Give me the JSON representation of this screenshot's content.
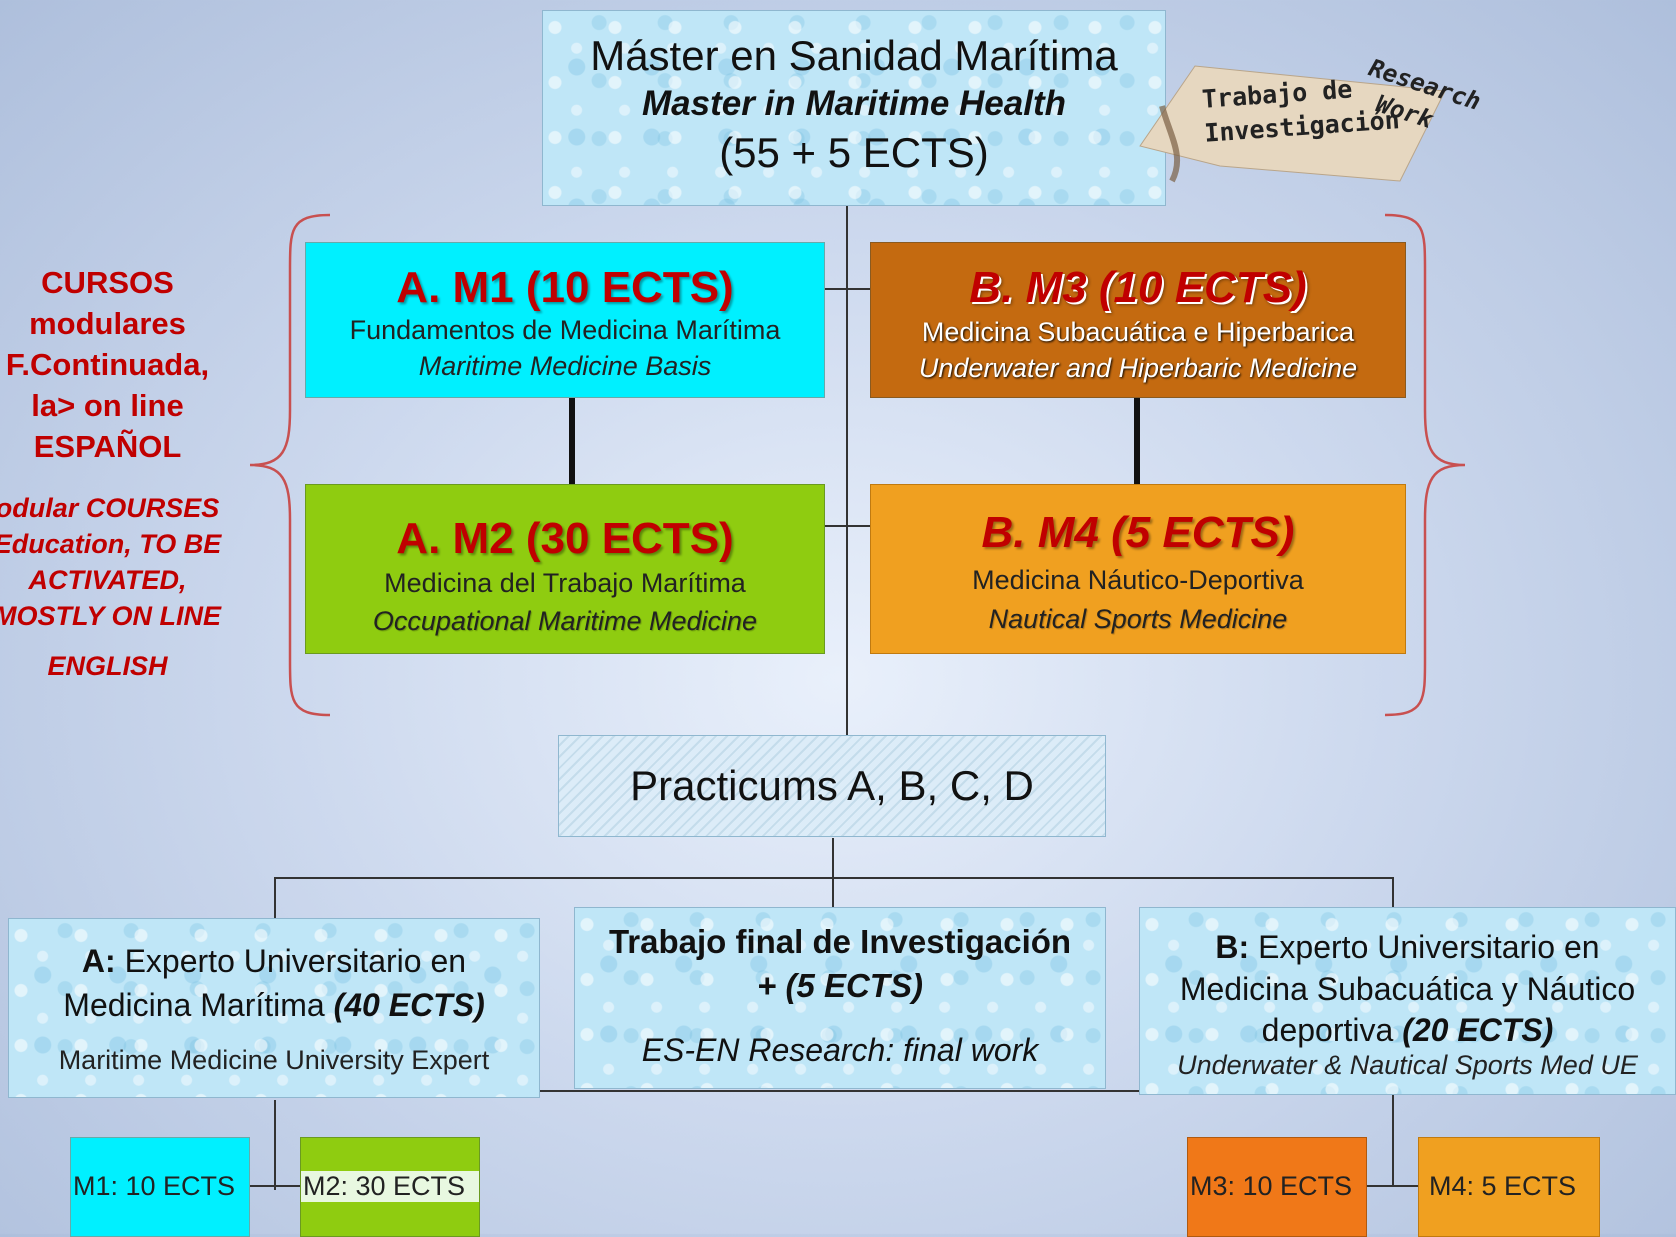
{
  "top_box": {
    "line1": "Máster en Sanidad Marítima",
    "line2": "Master in Maritime Health",
    "line3": "(55 + 5 ECTS)"
  },
  "research_tag": {
    "es_line1": "Trabajo de",
    "es_line2": "Investigación",
    "en_line1": "Research",
    "en_line2": "Work"
  },
  "left_note": {
    "es_lines": [
      "CURSOS",
      "modulares",
      "F.Continuada,",
      "la> on line",
      "ESPAÑOL"
    ],
    "en_lines": [
      "odular COURSES",
      "Education, TO BE",
      "ACTIVATED,",
      "MOSTLY ON LINE",
      "ENGLISH"
    ]
  },
  "modules": {
    "m1": {
      "title": "A. M1 (10 ECTS)",
      "es": "Fundamentos de Medicina Marítima",
      "en": "Maritime Medicine Basis",
      "color": "#00f0ff"
    },
    "m2": {
      "title": "A. M2 (30 ECTS)",
      "es": "Medicina del Trabajo Marítima",
      "en": "Occupational Maritime Medicine",
      "color": "#8fcc10"
    },
    "m3": {
      "title": "B. M3 (10 ECTS)",
      "es": "Medicina Subacuática e Hiperbarica",
      "en": "Underwater and Hiperbaric Medicine",
      "color": "#c46a10"
    },
    "m4": {
      "title": "B. M4 (5 ECTS)",
      "es": "Medicina Náutico-Deportiva",
      "en": "Nautical Sports Medicine",
      "color": "#f0a020"
    }
  },
  "practicums": {
    "label": "Practicums A, B, C, D"
  },
  "expert_a": {
    "prefix": "A:",
    "line1_rest": " Experto Universitario en",
    "line2": "Medicina Marítima ",
    "credits": "(40 ECTS)",
    "en": "Maritime Medicine University Expert"
  },
  "final_work": {
    "line1": "Trabajo final de Investigación",
    "line2": "+ (5 ECTS)",
    "en": "ES-EN Research: final work"
  },
  "expert_b": {
    "prefix": "B:",
    "line1_rest": " Experto Universitario en",
    "line2": "Medicina Subacuática y Náutico",
    "line3": "deportiva ",
    "credits": "(20 ECTS)",
    "en": "Underwater & Nautical Sports Med UE"
  },
  "mini": {
    "m1": {
      "label": "M1: 10 ECTS",
      "color": "#00f0ff"
    },
    "m2": {
      "label": "M2: 30 ECTS",
      "color": "#8fcc10"
    },
    "m3": {
      "label": "M3: 10 ECTS",
      "color": "#f07818"
    },
    "m4": {
      "label": "M4: 5 ECTS",
      "color": "#f0a020"
    }
  }
}
